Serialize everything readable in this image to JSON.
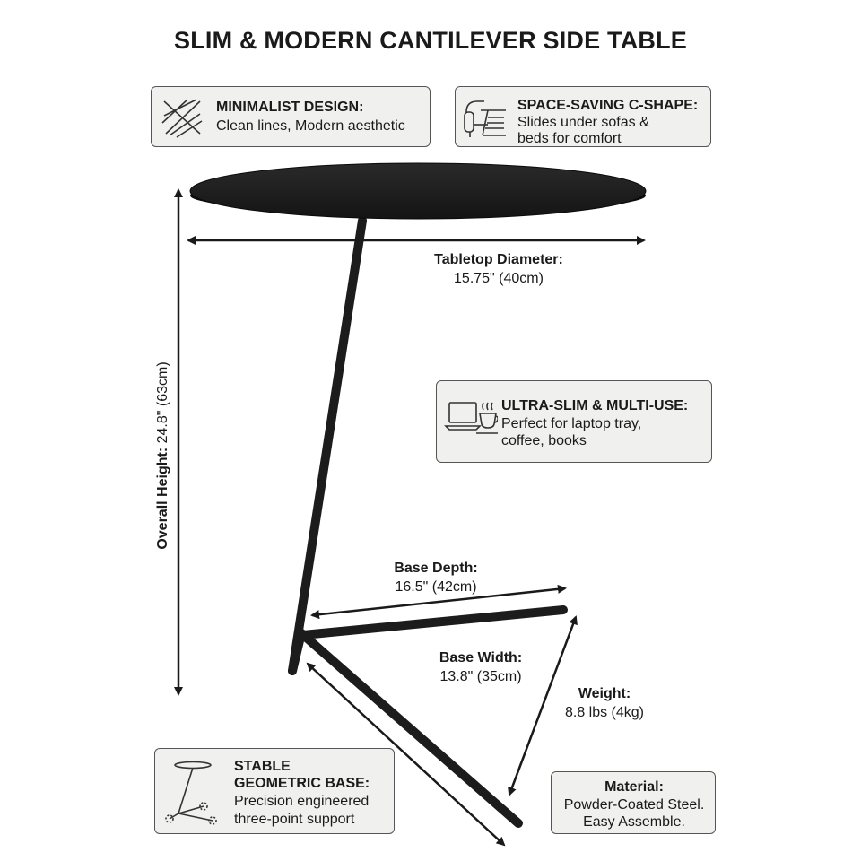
{
  "title": "SLIM & MODERN CANTILEVER SIDE TABLE",
  "features": {
    "minimalist": {
      "title": "MINIMALIST DESIGN:",
      "desc": "Clean lines, Modern aesthetic",
      "icon": "crossed-lines-icon"
    },
    "space_saving": {
      "title": "SPACE-SAVING C-SHAPE:",
      "desc_lines": [
        "Slides under sofas &",
        "beds for comfort"
      ],
      "icon": "sofa-table-icon"
    },
    "ultra_slim": {
      "title": "ULTRA-SLIM & MULTI-USE:",
      "desc_lines": [
        "Perfect for laptop tray,",
        "coffee, books"
      ],
      "icon": "laptop-coffee-icon"
    },
    "stable_base": {
      "title_lines": [
        "STABLE",
        "GEOMETRIC BASE:"
      ],
      "desc_lines": [
        "Precision engineered",
        "three-point support"
      ],
      "icon": "table-base-icon"
    },
    "material": {
      "title": "Material:",
      "desc_lines": [
        "Powder-Coated Steel.",
        "Easy Assemble."
      ]
    }
  },
  "dimensions": {
    "tabletop": {
      "label": "Tabletop Diameter:",
      "value": "15.75\" (40cm)"
    },
    "height": {
      "label": "Overall Height:",
      "value": "24.8\" (63cm)"
    },
    "base_depth": {
      "label": "Base Depth:",
      "value": "16.5\" (42cm)"
    },
    "base_width": {
      "label": "Base Width:",
      "value": "13.8\" (35cm)"
    },
    "weight": {
      "label": "Weight:",
      "value": "8.8 lbs (4kg)"
    }
  },
  "colors": {
    "table": "#1c1c1c",
    "panel": "#f0f0ee",
    "border": "#555555",
    "text": "#1a1a1a"
  }
}
